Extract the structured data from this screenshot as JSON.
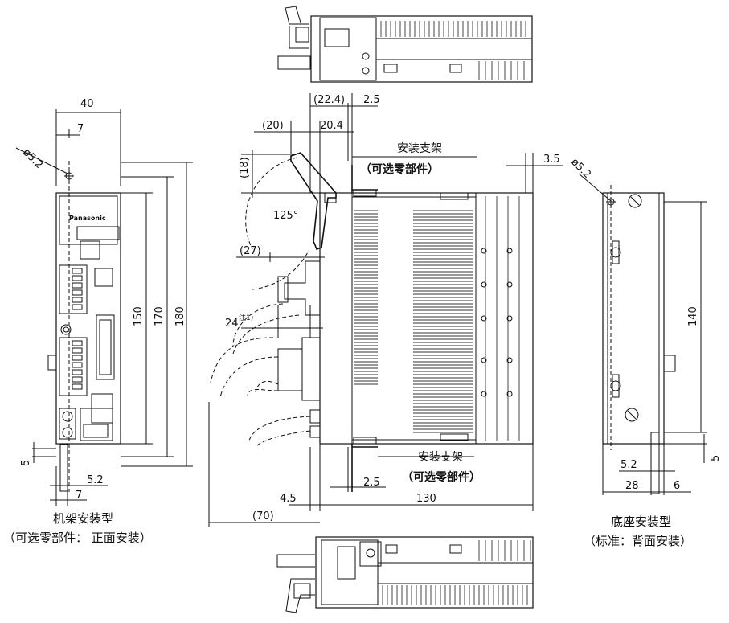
{
  "front_view": {
    "dims": {
      "w40": "40",
      "w7": "7",
      "hole": "ø5.2",
      "h150": "150",
      "h170": "170",
      "h180": "180",
      "b5": "5",
      "b52": "5.2",
      "b7": "7"
    },
    "brand": "Panasonic",
    "caption_line1": "机架安装型",
    "caption_line2": "（可选零部件：  正面安装）"
  },
  "side_view": {
    "dims": {
      "d224": "(22.4)",
      "d25top": "2.5",
      "d20": "(20)",
      "d204": "20.4",
      "d18": "(18)",
      "angle": "125°",
      "d27": "(27)",
      "d24": "24",
      "note_mark": "注1)",
      "d25bot": "2.5",
      "d45": "4.5",
      "d130": "130",
      "d70": "(70)",
      "d35": "3.5"
    },
    "bracket_top_line1": "安装支架",
    "bracket_top_line2": "（可选零部件）",
    "bracket_bottom_line1": "安装支架",
    "bracket_bottom_line2": "（可选零部件）"
  },
  "back_view": {
    "dims": {
      "hole": "ø5.2",
      "h140": "140",
      "b5": "5",
      "b52": "5.2",
      "w28": "28",
      "w6": "6"
    },
    "caption_line1": "底座安装型",
    "caption_line2": "（标准：背面安装）"
  }
}
